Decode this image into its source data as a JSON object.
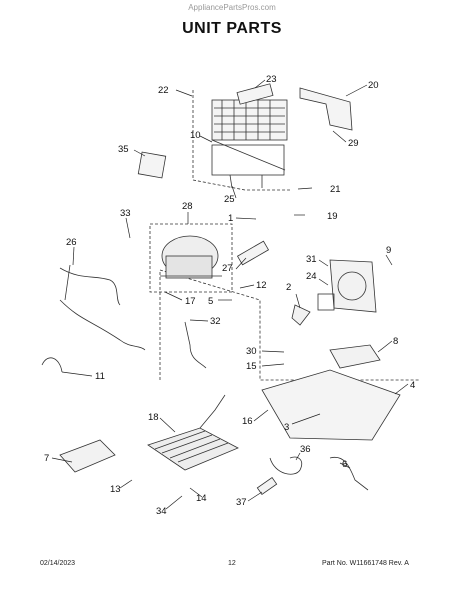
{
  "watermark": "AppliancePartsPros.com",
  "title": "UNIT PARTS",
  "footer": {
    "date": "02/14/2023",
    "page": "12",
    "part_no": "Part No. W11661748  Rev. A"
  },
  "callouts": [
    "1",
    "2",
    "3",
    "4",
    "5",
    "6",
    "7",
    "8",
    "9",
    "10",
    "11",
    "12",
    "13",
    "14",
    "15",
    "16",
    "17",
    "18",
    "19",
    "20",
    "21",
    "22",
    "23",
    "24",
    "25",
    "26",
    "27",
    "28",
    "29",
    "30",
    "31",
    "32",
    "33",
    "34",
    "35",
    "36",
    "37"
  ]
}
